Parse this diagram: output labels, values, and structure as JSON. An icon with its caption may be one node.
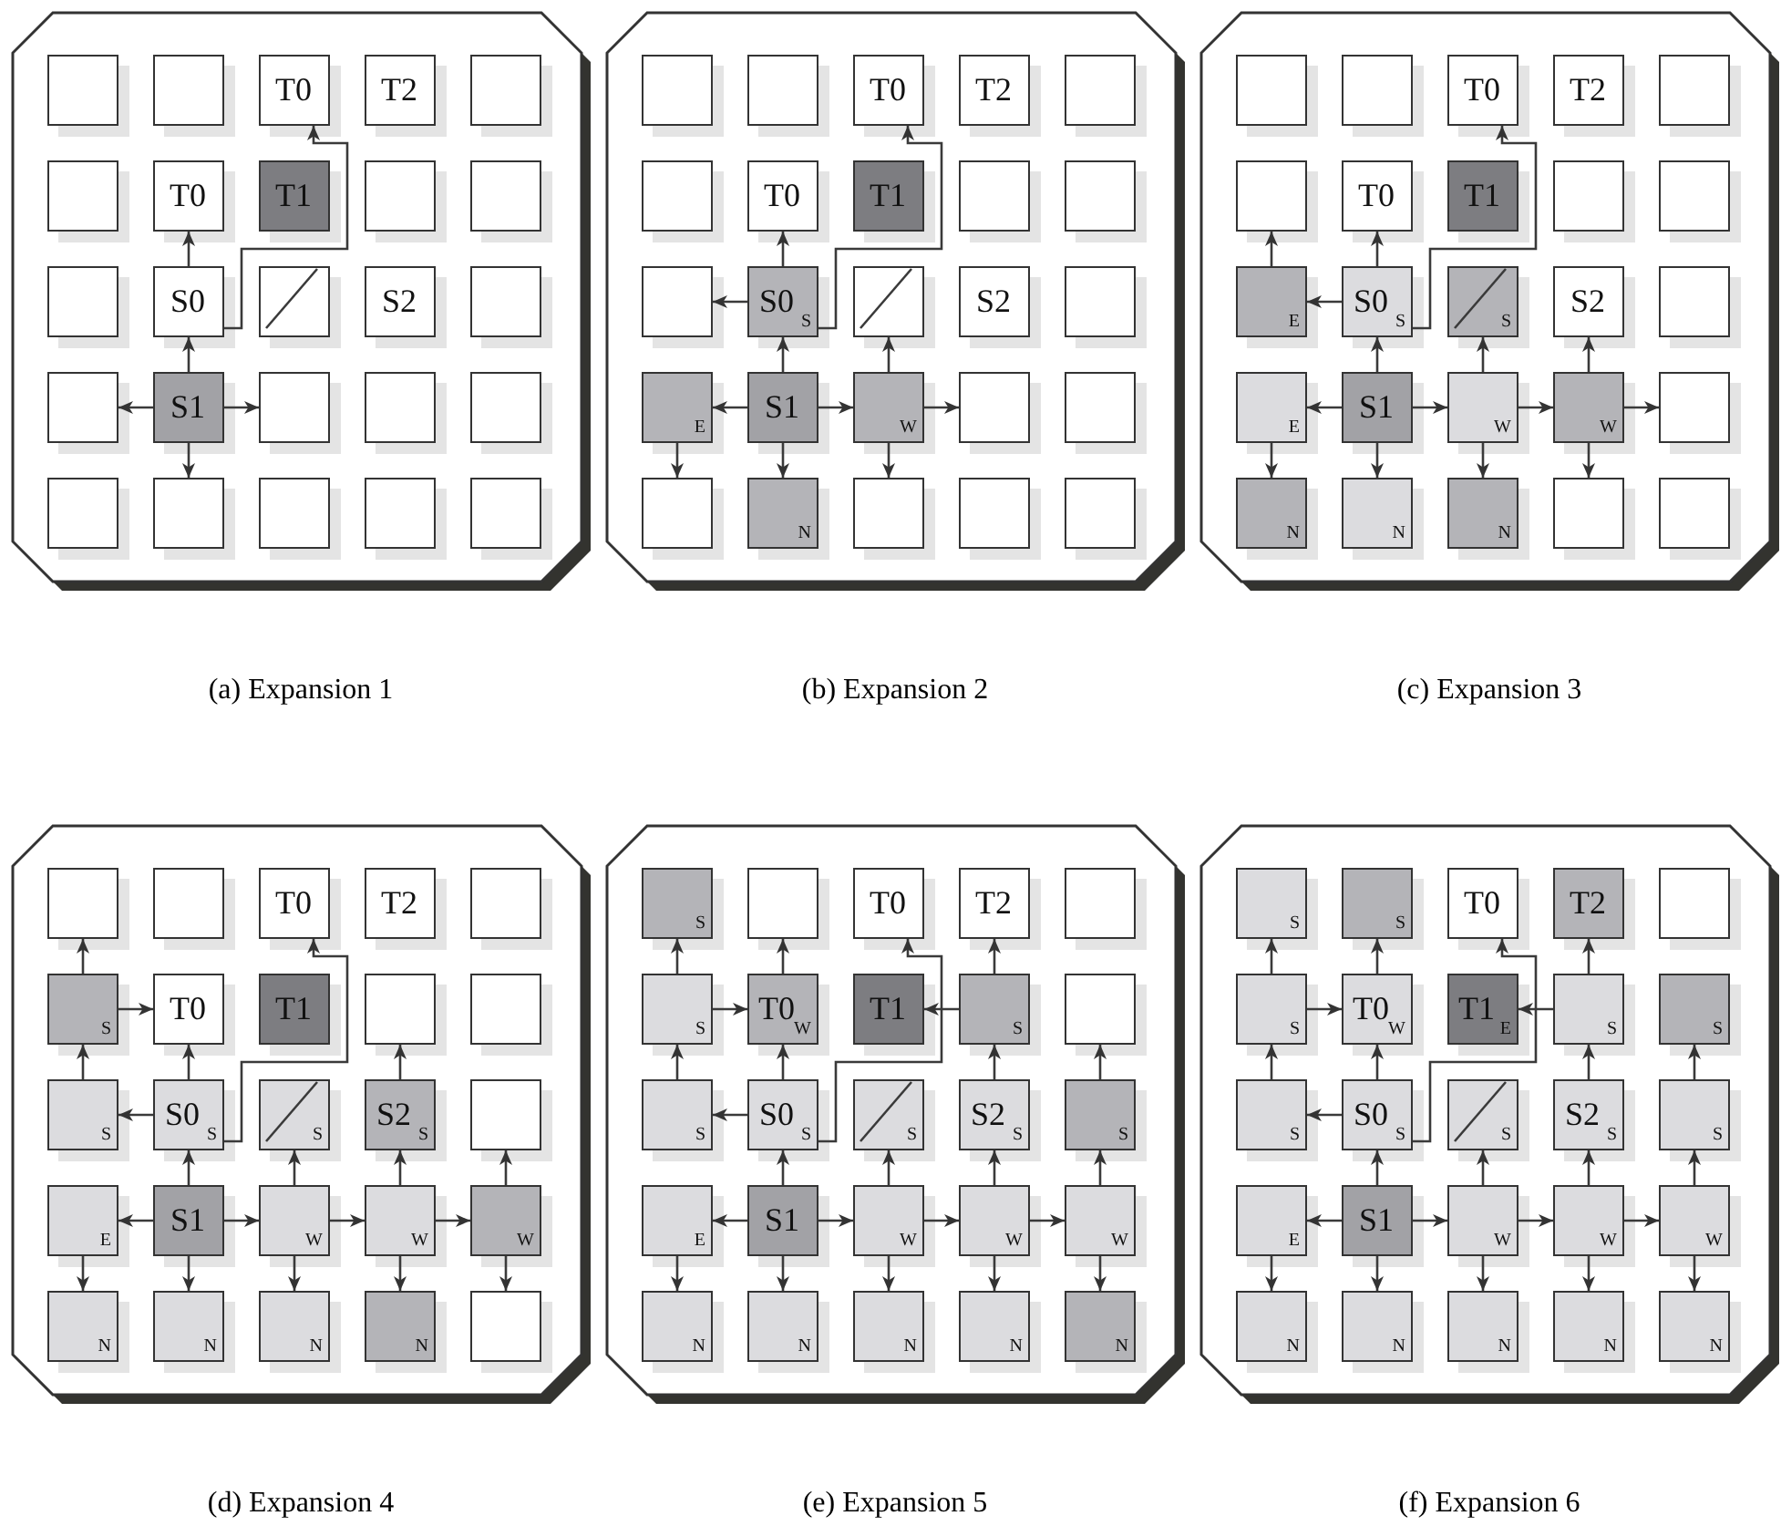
{
  "diagram": {
    "nodes": [
      {
        "text": [
          "(a) Expansion 1"
        ]
      },
      {
        "text": [],
        "shape": "box",
        "in": 0
      },
      {
        "text": [],
        "shape": "box",
        "in": 0
      },
      {
        "text": [
          "T0"
        ],
        "in": 0
      },
      {
        "text": [
          "T2"
        ],
        "in": 0
      },
      {
        "text": [],
        "shape": "box",
        "in": 0
      },
      {
        "text": [],
        "shape": "box",
        "in": 0
      },
      {
        "text": [
          "T0"
        ],
        "in": 0
      },
      {
        "text": [
          "T1"
        ],
        "in": 0
      },
      {
        "text": [],
        "shape": "box",
        "in": 0
      },
      {
        "text": [],
        "shape": "box",
        "in": 0
      },
      {
        "text": [],
        "shape": "box",
        "in": 0
      },
      {
        "text": [
          "S0"
        ],
        "in": 0
      },
      {
        "text": [],
        "shape": "box",
        "in": 0
      },
      {
        "text": [
          "S2"
        ],
        "in": 0
      },
      {
        "text": [],
        "shape": "box",
        "in": 0
      },
      {
        "text": [],
        "shape": "box",
        "in": 0
      },
      {
        "text": [
          "S1"
        ],
        "in": 0
      },
      {
        "text": [],
        "shape": "box",
        "in": 0
      },
      {
        "text": [],
        "shape": "box",
        "in": 0
      },
      {
        "text": [],
        "shape": "box",
        "in": 0
      },
      {
        "text": [],
        "shape": "box",
        "in": 0
      },
      {
        "text": [],
        "shape": "box",
        "in": 0
      },
      {
        "text": [],
        "shape": "box",
        "in": 0
      },
      {
        "text": [],
        "shape": "box",
        "in": 0
      },
      {
        "text": [],
        "shape": "box",
        "in": 0
      },
      {
        "text": [
          "(b) Expansion 2"
        ]
      },
      {
        "text": [],
        "shape": "box",
        "in": 26
      },
      {
        "text": [],
        "shape": "box",
        "in": 26
      },
      {
        "text": [
          "T0"
        ],
        "in": 26
      },
      {
        "text": [
          "T2"
        ],
        "in": 26
      },
      {
        "text": [],
        "shape": "box",
        "in": 26
      },
      {
        "text": [],
        "shape": "box",
        "in": 26
      },
      {
        "text": [
          "T0"
        ],
        "in": 26
      },
      {
        "text": [
          "T1"
        ],
        "in": 26
      },
      {
        "text": [],
        "shape": "box",
        "in": 26
      },
      {
        "text": [],
        "shape": "box",
        "in": 26
      },
      {
        "text": [],
        "shape": "box",
        "in": 26
      },
      {
        "text": [
          "S0",
          "S"
        ],
        "in": 26
      },
      {
        "text": [],
        "shape": "box",
        "in": 26
      },
      {
        "text": [
          "S2"
        ],
        "in": 26
      },
      {
        "text": [],
        "shape": "box",
        "in": 26
      },
      {
        "text": [
          "E"
        ],
        "in": 26
      },
      {
        "text": [
          "S1"
        ],
        "in": 26
      },
      {
        "text": [
          "W"
        ],
        "in": 26
      },
      {
        "text": [],
        "shape": "box",
        "in": 26
      },
      {
        "text": [],
        "shape": "box",
        "in": 26
      },
      {
        "text": [],
        "shape": "box",
        "in": 26
      },
      {
        "text": [
          "N"
        ],
        "in": 26
      },
      {
        "text": [],
        "shape": "box",
        "in": 26
      },
      {
        "text": [],
        "shape": "box",
        "in": 26
      },
      {
        "text": [],
        "shape": "box",
        "in": 26
      },
      {
        "text": [
          "(c) Expansion 3"
        ]
      },
      {
        "text": [],
        "shape": "box",
        "in": 52
      },
      {
        "text": [],
        "shape": "box",
        "in": 52
      },
      {
        "text": [
          "T0"
        ],
        "in": 52
      },
      {
        "text": [
          "T2"
        ],
        "in": 52
      },
      {
        "text": [],
        "shape": "box",
        "in": 52
      },
      {
        "text": [],
        "shape": "box",
        "in": 52
      },
      {
        "text": [
          "T0"
        ],
        "in": 52
      },
      {
        "text": [
          "T1"
        ],
        "in": 52
      },
      {
        "text": [],
        "shape": "box",
        "in": 52
      },
      {
        "text": [],
        "shape": "box",
        "in": 52
      },
      {
        "text": [
          "E"
        ],
        "in": 52
      },
      {
        "text": [
          "S0",
          "S"
        ],
        "in": 52
      },
      {
        "text": [
          "S"
        ],
        "in": 52
      },
      {
        "text": [
          "S2"
        ],
        "in": 52
      },
      {
        "text": [],
        "shape": "box",
        "in": 52
      },
      {
        "text": [
          "E"
        ],
        "in": 52
      },
      {
        "text": [
          "S1"
        ],
        "in": 52
      },
      {
        "text": [
          "W"
        ],
        "in": 52
      },
      {
        "text": [
          "W"
        ],
        "in": 52
      },
      {
        "text": [],
        "shape": "box",
        "in": 52
      },
      {
        "text": [
          "N"
        ],
        "in": 52
      },
      {
        "text": [
          "N"
        ],
        "in": 52
      },
      {
        "text": [
          "N"
        ],
        "in": 52
      },
      {
        "text": [],
        "shape": "box",
        "in": 52
      },
      {
        "text": [],
        "shape": "box",
        "in": 52
      },
      {
        "text": [
          "(d) Expansion 4"
        ]
      },
      {
        "text": [],
        "shape": "box",
        "in": 78
      },
      {
        "text": [],
        "shape": "box",
        "in": 78
      },
      {
        "text": [
          "T0"
        ],
        "in": 78
      },
      {
        "text": [
          "T2"
        ],
        "in": 78
      },
      {
        "text": [],
        "shape": "box",
        "in": 78
      },
      {
        "text": [
          "S"
        ],
        "in": 78
      },
      {
        "text": [
          "T0"
        ],
        "in": 78
      },
      {
        "text": [
          "T1"
        ],
        "in": 78
      },
      {
        "text": [],
        "shape": "box",
        "in": 78
      },
      {
        "text": [],
        "shape": "box",
        "in": 78
      },
      {
        "text": [
          "S"
        ],
        "in": 78
      },
      {
        "text": [
          "S0",
          "S"
        ],
        "in": 78
      },
      {
        "text": [
          "S"
        ],
        "in": 78
      },
      {
        "text": [
          "S2",
          "S"
        ],
        "in": 78
      },
      {
        "text": [],
        "shape": "box",
        "in": 78
      },
      {
        "text": [
          "E"
        ],
        "in": 78
      },
      {
        "text": [
          "S1"
        ],
        "in": 78
      },
      {
        "text": [
          "W"
        ],
        "in": 78
      },
      {
        "text": [
          "W"
        ],
        "in": 78
      },
      {
        "text": [
          "W"
        ],
        "in": 78
      },
      {
        "text": [
          "N"
        ],
        "in": 78
      },
      {
        "text": [
          "N"
        ],
        "in": 78
      },
      {
        "text": [
          "N"
        ],
        "in": 78
      },
      {
        "text": [
          "N"
        ],
        "in": 78
      },
      {
        "text": [],
        "shape": "box",
        "in": 78
      },
      {
        "text": [
          "(e) Expansion 5"
        ]
      },
      {
        "text": [
          "S"
        ],
        "in": 104
      },
      {
        "text": [],
        "shape": "box",
        "in": 104
      },
      {
        "text": [
          "T0"
        ],
        "in": 104
      },
      {
        "text": [
          "T2"
        ],
        "in": 104
      },
      {
        "text": [],
        "shape": "box",
        "in": 104
      },
      {
        "text": [
          "S"
        ],
        "in": 104
      },
      {
        "text": [
          "T0",
          "W"
        ],
        "in": 104
      },
      {
        "text": [
          "T1"
        ],
        "in": 104
      },
      {
        "text": [
          "S"
        ],
        "in": 104
      },
      {
        "text": [],
        "shape": "box",
        "in": 104
      },
      {
        "text": [
          "S"
        ],
        "in": 104
      },
      {
        "text": [
          "S0",
          "S"
        ],
        "in": 104
      },
      {
        "text": [
          "S"
        ],
        "in": 104
      },
      {
        "text": [
          "S2",
          "S"
        ],
        "in": 104
      },
      {
        "text": [
          "S"
        ],
        "in": 104
      },
      {
        "text": [
          "E"
        ],
        "in": 104
      },
      {
        "text": [
          "S1"
        ],
        "in": 104
      },
      {
        "text": [
          "W"
        ],
        "in": 104
      },
      {
        "text": [
          "W"
        ],
        "in": 104
      },
      {
        "text": [
          "W"
        ],
        "in": 104
      },
      {
        "text": [
          "N"
        ],
        "in": 104
      },
      {
        "text": [
          "N"
        ],
        "in": 104
      },
      {
        "text": [
          "N"
        ],
        "in": 104
      },
      {
        "text": [
          "N"
        ],
        "in": 104
      },
      {
        "text": [
          "N"
        ],
        "in": 104
      },
      {
        "text": [
          "(f) Expansion 6"
        ]
      },
      {
        "text": [
          "S"
        ],
        "in": 130
      },
      {
        "text": [
          "S"
        ],
        "in": 130
      },
      {
        "text": [
          "T0"
        ],
        "in": 130
      },
      {
        "text": [
          "T2"
        ],
        "in": 130
      },
      {
        "text": [],
        "shape": "box",
        "in": 130
      },
      {
        "text": [
          "S"
        ],
        "in": 130
      },
      {
        "text": [
          "T0",
          "W"
        ],
        "in": 130
      },
      {
        "text": [
          "T1",
          "E"
        ],
        "in": 130
      },
      {
        "text": [
          "S"
        ],
        "in": 130
      },
      {
        "text": [
          "S"
        ],
        "in": 130
      },
      {
        "text": [
          "S"
        ],
        "in": 130
      },
      {
        "text": [
          "S0",
          "S"
        ],
        "in": 130
      },
      {
        "text": [
          "S"
        ],
        "in": 130
      },
      {
        "text": [
          "S2",
          "S"
        ],
        "in": 130
      },
      {
        "text": [
          "S"
        ],
        "in": 130
      },
      {
        "text": [
          "E"
        ],
        "in": 130
      },
      {
        "text": [
          "S1"
        ],
        "in": 130
      },
      {
        "text": [
          "W"
        ],
        "in": 130
      },
      {
        "text": [
          "W"
        ],
        "in": 130
      },
      {
        "text": [
          "W"
        ],
        "in": 130
      },
      {
        "text": [
          "N"
        ],
        "in": 130
      },
      {
        "text": [
          "N"
        ],
        "in": 130
      },
      {
        "text": [
          "N"
        ],
        "in": 130
      },
      {
        "text": [
          "N"
        ],
        "in": 130
      },
      {
        "text": [
          "N"
        ],
        "in": 130
      }
    ],
    "edges": [
      {
        "from": 12,
        "to": 7,
        "arrow": "to"
      },
      {
        "from": 12,
        "to": 3,
        "arrow": "to"
      },
      {
        "from": 17,
        "to": 12,
        "arrow": "to"
      },
      {
        "from": 17,
        "to": 16,
        "arrow": "to"
      },
      {
        "from": 17,
        "to": 18,
        "arrow": "to"
      },
      {
        "from": 17,
        "to": 22,
        "arrow": "to"
      },
      {
        "from": 38,
        "to": 33,
        "arrow": "to"
      },
      {
        "from": 38,
        "to": 29,
        "arrow": "to"
      },
      {
        "from": 38,
        "to": 37,
        "arrow": "to"
      },
      {
        "from": 43,
        "to": 38,
        "arrow": "to"
      },
      {
        "from": 43,
        "to": 42,
        "arrow": "to"
      },
      {
        "from": 43,
        "to": 44,
        "arrow": "to"
      },
      {
        "from": 43,
        "to": 48,
        "arrow": "to"
      },
      {
        "from": 42,
        "to": 47,
        "arrow": "to"
      },
      {
        "from": 44,
        "to": 39,
        "arrow": "to"
      },
      {
        "from": 44,
        "to": 45,
        "arrow": "to"
      },
      {
        "from": 44,
        "to": 49,
        "arrow": "to"
      },
      {
        "from": 63,
        "to": 58,
        "arrow": "to"
      },
      {
        "from": 64,
        "to": 63,
        "arrow": "to"
      },
      {
        "from": 64,
        "to": 59,
        "arrow": "to"
      },
      {
        "from": 64,
        "to": 55,
        "arrow": "to"
      },
      {
        "from": 69,
        "to": 64,
        "arrow": "to"
      },
      {
        "from": 69,
        "to": 68,
        "arrow": "to"
      },
      {
        "from": 69,
        "to": 70,
        "arrow": "to"
      },
      {
        "from": 69,
        "to": 74,
        "arrow": "to"
      },
      {
        "from": 68,
        "to": 73,
        "arrow": "to"
      },
      {
        "from": 70,
        "to": 65,
        "arrow": "to"
      },
      {
        "from": 70,
        "to": 71,
        "arrow": "to"
      },
      {
        "from": 70,
        "to": 75,
        "arrow": "to"
      },
      {
        "from": 71,
        "to": 66,
        "arrow": "to"
      },
      {
        "from": 71,
        "to": 72,
        "arrow": "to"
      },
      {
        "from": 71,
        "to": 76,
        "arrow": "to"
      },
      {
        "from": 84,
        "to": 79,
        "arrow": "to"
      },
      {
        "from": 84,
        "to": 85,
        "arrow": "to"
      },
      {
        "from": 89,
        "to": 84,
        "arrow": "to"
      },
      {
        "from": 90,
        "to": 89,
        "arrow": "to"
      },
      {
        "from": 90,
        "to": 85,
        "arrow": "to"
      },
      {
        "from": 90,
        "to": 81,
        "arrow": "to"
      },
      {
        "from": 95,
        "to": 90,
        "arrow": "to"
      },
      {
        "from": 95,
        "to": 94,
        "arrow": "to"
      },
      {
        "from": 95,
        "to": 96,
        "arrow": "to"
      },
      {
        "from": 95,
        "to": 100,
        "arrow": "to"
      },
      {
        "from": 94,
        "to": 99,
        "arrow": "to"
      },
      {
        "from": 96,
        "to": 91,
        "arrow": "to"
      },
      {
        "from": 96,
        "to": 97,
        "arrow": "to"
      },
      {
        "from": 96,
        "to": 101,
        "arrow": "to"
      },
      {
        "from": 97,
        "to": 92,
        "arrow": "to"
      },
      {
        "from": 97,
        "to": 98,
        "arrow": "to"
      },
      {
        "from": 97,
        "to": 102,
        "arrow": "to"
      },
      {
        "from": 92,
        "to": 87,
        "arrow": "to"
      },
      {
        "from": 98,
        "to": 93,
        "arrow": "to"
      },
      {
        "from": 98,
        "to": 103,
        "arrow": "to"
      },
      {
        "from": 110,
        "to": 105,
        "arrow": "to"
      },
      {
        "from": 110,
        "to": 111,
        "arrow": "to"
      },
      {
        "from": 111,
        "to": 106,
        "arrow": "to"
      },
      {
        "from": 115,
        "to": 110,
        "arrow": "to"
      },
      {
        "from": 116,
        "to": 115,
        "arrow": "to"
      },
      {
        "from": 116,
        "to": 111,
        "arrow": "to"
      },
      {
        "from": 116,
        "to": 107,
        "arrow": "to"
      },
      {
        "from": 121,
        "to": 116,
        "arrow": "to"
      },
      {
        "from": 121,
        "to": 120,
        "arrow": "to"
      },
      {
        "from": 121,
        "to": 122,
        "arrow": "to"
      },
      {
        "from": 121,
        "to": 126,
        "arrow": "to"
      },
      {
        "from": 120,
        "to": 125,
        "arrow": "to"
      },
      {
        "from": 122,
        "to": 117,
        "arrow": "to"
      },
      {
        "from": 122,
        "to": 123,
        "arrow": "to"
      },
      {
        "from": 122,
        "to": 127,
        "arrow": "to"
      },
      {
        "from": 123,
        "to": 118,
        "arrow": "to"
      },
      {
        "from": 123,
        "to": 124,
        "arrow": "to"
      },
      {
        "from": 123,
        "to": 128,
        "arrow": "to"
      },
      {
        "from": 118,
        "to": 113,
        "arrow": "to"
      },
      {
        "from": 113,
        "to": 108,
        "arrow": "to"
      },
      {
        "from": 113,
        "to": 112,
        "arrow": "to"
      },
      {
        "from": 124,
        "to": 119,
        "arrow": "to"
      },
      {
        "from": 119,
        "to": 114,
        "arrow": "to"
      },
      {
        "from": 124,
        "to": 129,
        "arrow": "to"
      },
      {
        "from": 136,
        "to": 131,
        "arrow": "to"
      },
      {
        "from": 136,
        "to": 137,
        "arrow": "to"
      },
      {
        "from": 137,
        "to": 132,
        "arrow": "to"
      },
      {
        "from": 141,
        "to": 136,
        "arrow": "to"
      },
      {
        "from": 142,
        "to": 141,
        "arrow": "to"
      },
      {
        "from": 142,
        "to": 137,
        "arrow": "to"
      },
      {
        "from": 142,
        "to": 133,
        "arrow": "to"
      },
      {
        "from": 147,
        "to": 142,
        "arrow": "to"
      },
      {
        "from": 147,
        "to": 146,
        "arrow": "to"
      },
      {
        "from": 147,
        "to": 148,
        "arrow": "to"
      },
      {
        "from": 147,
        "to": 152,
        "arrow": "to"
      },
      {
        "from": 146,
        "to": 151,
        "arrow": "to"
      },
      {
        "from": 148,
        "to": 143,
        "arrow": "to"
      },
      {
        "from": 148,
        "to": 149,
        "arrow": "to"
      },
      {
        "from": 148,
        "to": 153,
        "arrow": "to"
      },
      {
        "from": 149,
        "to": 144,
        "arrow": "to"
      },
      {
        "from": 149,
        "to": 150,
        "arrow": "to"
      },
      {
        "from": 149,
        "to": 154,
        "arrow": "to"
      },
      {
        "from": 144,
        "to": 139,
        "arrow": "to"
      },
      {
        "from": 139,
        "to": 134,
        "arrow": "to"
      },
      {
        "from": 139,
        "to": 138,
        "arrow": "to"
      },
      {
        "from": 150,
        "to": 145,
        "arrow": "to"
      },
      {
        "from": 145,
        "to": 140,
        "arrow": "to"
      },
      {
        "from": 150,
        "to": 155,
        "arrow": "to"
      }
    ]
  }
}
